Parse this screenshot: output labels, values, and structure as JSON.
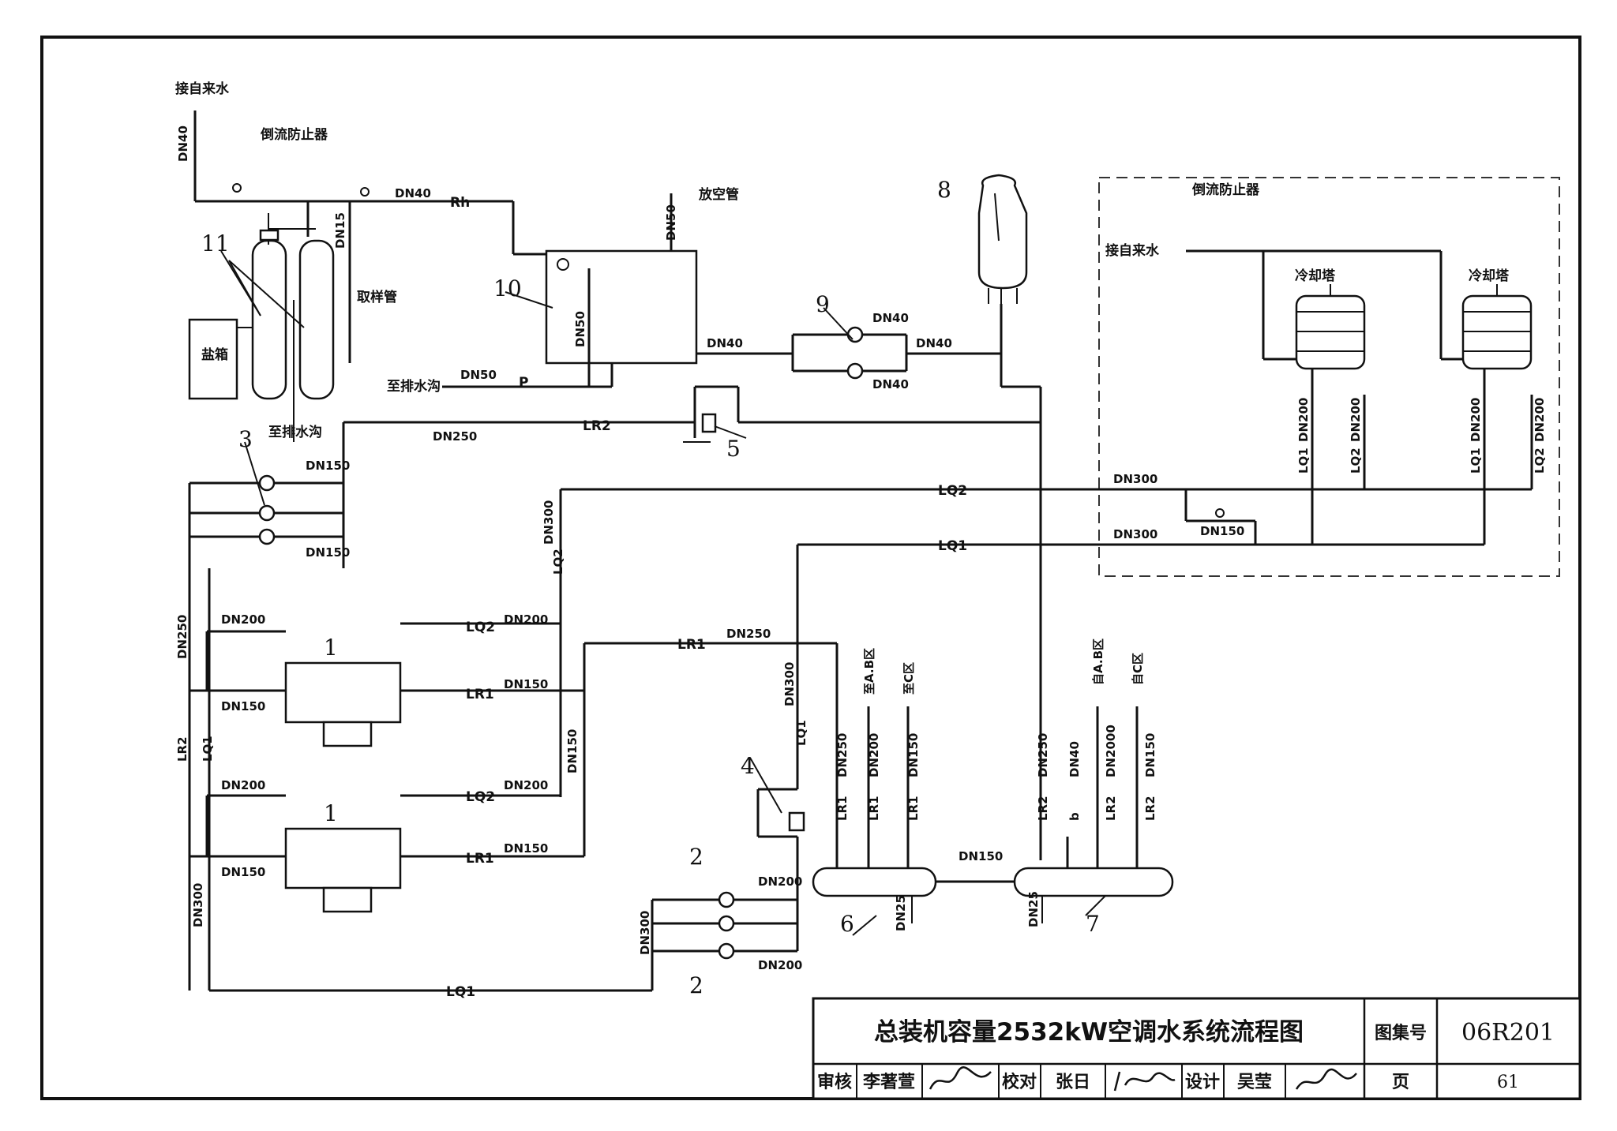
{
  "labels": {
    "tap_water_1": "接自来水",
    "backflow_1": "倒流防止器",
    "dn40_a": "DN40",
    "dn40_b": "DN40",
    "rh": "Rh",
    "vent": "放空管",
    "dn50_vent": "DN50",
    "dn15": "DN15",
    "sampling": "取样管",
    "salt_box": "盐箱",
    "drain_1": "至排水沟",
    "drain_2": "至排水沟",
    "dn50_drain": "DN50",
    "p": "P",
    "dn50_tank": "DN50",
    "dn40_c": "DN40",
    "dn40_d": "DN40",
    "dn40_e": "DN40",
    "dn40_f": "DN40",
    "lr2_top": "LR2",
    "dn250_top": "DN250",
    "dn150_p3a": "DN150",
    "dn150_p3b": "DN150",
    "dn300_lq2": "DN300",
    "lq2_vert": "LQ2",
    "lq2_h": "LQ2",
    "lq1_h": "LQ1",
    "dn300_ct_a": "DN300",
    "dn300_ct_b": "DN300",
    "dn150_ct": "DN150",
    "backflow_2": "倒流防止器",
    "tap_water_2": "接自来水",
    "cooling_tower_1": "冷却塔",
    "cooling_tower_2": "冷却塔",
    "dn200_ct1a": "DN200",
    "dn200_ct1b": "DN200",
    "dn200_ct2a": "DN200",
    "dn200_ct2b": "DN200",
    "lq1_ct1": "LQ1",
    "lq2_ct1": "LQ2",
    "lq1_ct2": "LQ1",
    "lq2_ct2": "LQ2",
    "dn250_left": "DN250",
    "lr2_left": "LR2",
    "lq1_left": "LQ1",
    "dn300_left": "DN300",
    "dn200_ch1": "DN200",
    "dn150_ch1": "DN150",
    "lq2_ch1": "LQ2",
    "dn200_ch1r": "DN200",
    "lr1_ch1": "LR1",
    "dn150_ch1r": "DN150",
    "dn200_ch2": "DN200",
    "dn150_ch2": "DN150",
    "lq2_ch2": "LQ2",
    "dn200_ch2r": "DN200",
    "lr1_ch2": "LR1",
    "dn150_ch2r": "DN150",
    "dn150_vert": "DN150",
    "lr1_h": "LR1",
    "dn250_lr1": "DN250",
    "dn300_mid": "DN300",
    "lq1_mid": "LQ1",
    "dn300_p2": "DN300",
    "dn200_p2a": "DN200",
    "dn200_p2b": "DN200",
    "lq1_bottom": "LQ1",
    "to_ab": "至A.B区",
    "to_c": "至C区",
    "from_ab": "自A.B区",
    "from_c": "自C区",
    "dn250_h6": "DN250",
    "dn200_h6": "DN200",
    "dn150_h6": "DN150",
    "lr1_h6a": "LR1",
    "lr1_h6b": "LR1",
    "lr1_h6c": "LR1",
    "dn25_h6": "DN25",
    "dn150_bridge": "DN150",
    "dn250_h7": "DN250",
    "dn40_h7": "DN40",
    "dn2000_h7": "DN2000",
    "dn150_h7": "DN150",
    "lr2_h7a": "LR2",
    "b_h7": "b",
    "lr2_h7b": "LR2",
    "lr2_h7c": "LR2",
    "dn25_h7": "DN25"
  },
  "numbers": {
    "n1a": "1",
    "n1b": "1",
    "n2a": "2",
    "n2b": "2",
    "n3": "3",
    "n4": "4",
    "n5": "5",
    "n6": "6",
    "n7": "7",
    "n8": "8",
    "n9": "9",
    "n10": "10",
    "n11": "11"
  },
  "title_block": {
    "title": "总装机容量2532kW空调水系统流程图",
    "atlas_label": "图集号",
    "atlas_code": "06R201",
    "review_label": "审核",
    "reviewer": "李著萱",
    "check_label": "校对",
    "checker": "张日",
    "design_label": "设计",
    "designer": "吴莹",
    "page_label": "页",
    "page": "61"
  }
}
